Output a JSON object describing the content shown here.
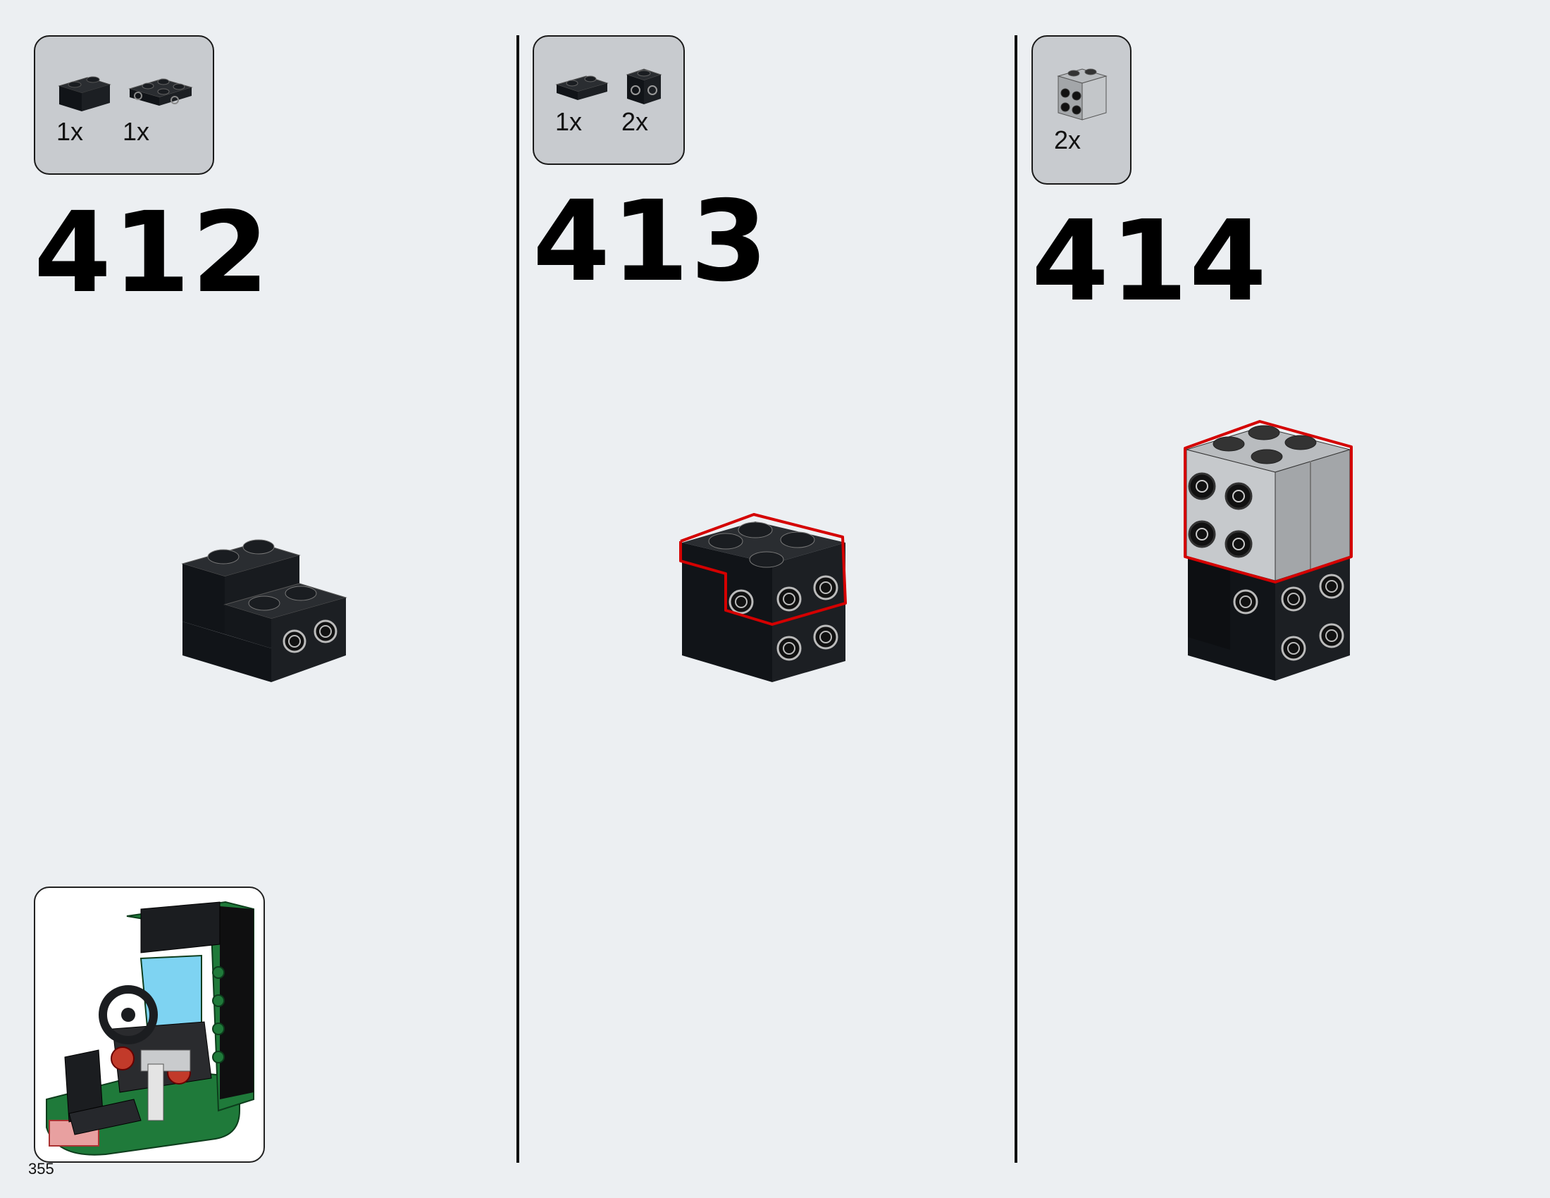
{
  "page": {
    "number": "355"
  },
  "steps": [
    {
      "number": "412",
      "parts": [
        {
          "qty": "1x",
          "color": "#111418"
        },
        {
          "qty": "1x",
          "color": "#111418"
        }
      ]
    },
    {
      "number": "413",
      "parts": [
        {
          "qty": "1x",
          "color": "#111418"
        },
        {
          "qty": "2x",
          "color": "#111418"
        }
      ]
    },
    {
      "number": "414",
      "parts": [
        {
          "qty": "2x",
          "color": "#a3a6a9"
        }
      ]
    }
  ],
  "colors": {
    "brick_black": "#111418",
    "brick_gray": "#a3a6a9",
    "highlight": "#d40000",
    "background": "#eceff2",
    "parts_box": "#c8cbcf"
  }
}
